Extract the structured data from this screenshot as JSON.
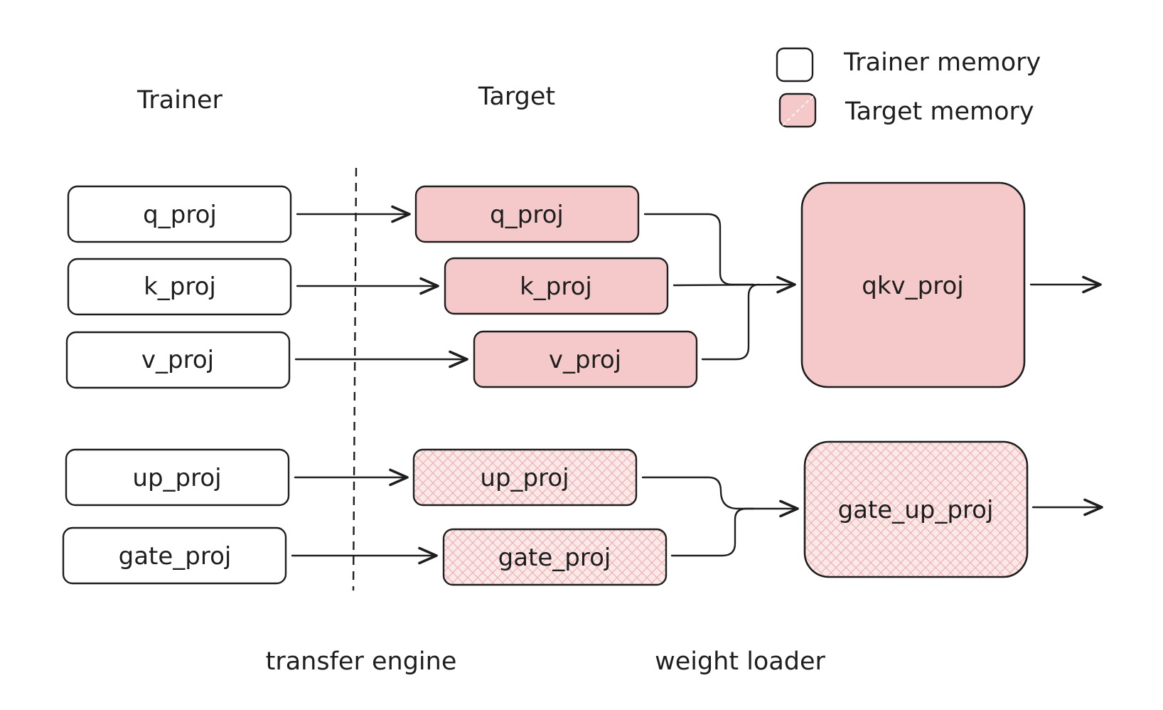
{
  "colors": {
    "stroke": "#1e1e1e",
    "target_fill": "#f5c9c9",
    "target_hatch": "#f0b5b5",
    "trainer_fill": "#ffffff"
  },
  "headings": {
    "trainer": "Trainer",
    "target": "Target"
  },
  "legend": {
    "trainer_memory": "Trainer memory",
    "target_memory": "Target memory"
  },
  "trainer_boxes": {
    "q": "q_proj",
    "k": "k_proj",
    "v": "v_proj",
    "up": "up_proj",
    "gate": "gate_proj"
  },
  "target_boxes": {
    "q": "q_proj",
    "k": "k_proj",
    "v": "v_proj",
    "up": "up_proj",
    "gate": "gate_proj"
  },
  "fused_boxes": {
    "qkv": "qkv_proj",
    "gate_up": "gate_up_proj"
  },
  "captions": {
    "transfer_engine": "transfer engine",
    "weight_loader": "weight loader"
  }
}
